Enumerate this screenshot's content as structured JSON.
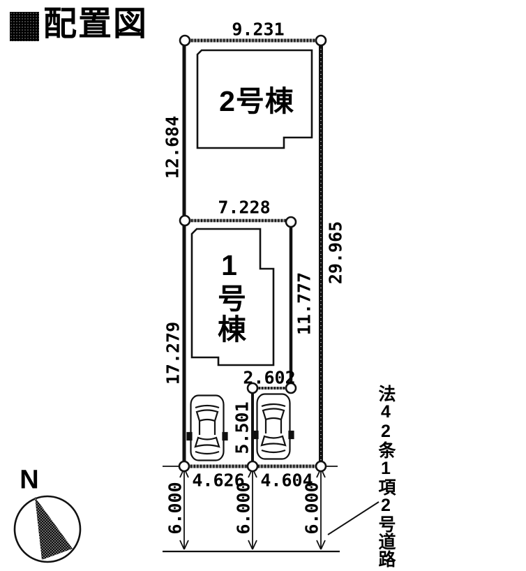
{
  "title": {
    "square_icon": "stippled-square",
    "text": "配置図"
  },
  "plan": {
    "buildings": [
      {
        "label": "2号棟"
      },
      {
        "label": "1号棟"
      }
    ],
    "dimensions": {
      "top_width": "9.231",
      "upper_left_depth": "12.684",
      "middle_width": "7.228",
      "right_depth_total": "29.965",
      "inner_right_depth": "11.777",
      "lower_left_depth": "17.279",
      "parking_inset_width": "2.602",
      "parking_depth": "5.501",
      "parking_space1_width": "4.626",
      "parking_space2_width": "4.604",
      "road_width_left": "6.000",
      "road_width_center": "6.000",
      "road_width_right": "6.000"
    },
    "road_label": "法42条1項2号道路",
    "compass_label": "N"
  },
  "colors": {
    "ink": "#111111",
    "paper": "#ffffff"
  }
}
